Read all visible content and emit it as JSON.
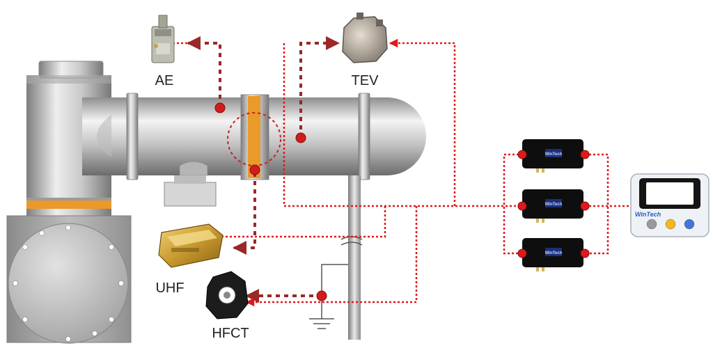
{
  "labels": {
    "ae": "AE",
    "tev": "TEV",
    "uhf": "UHF",
    "hfct": "HFCT"
  },
  "monitor": {
    "brand": "WinTech",
    "buttons": [
      {
        "name": "grey",
        "color": "#9a9a9a"
      },
      {
        "name": "yellow",
        "color": "#f2b81d"
      },
      {
        "name": "blue",
        "color": "#3f77d9"
      }
    ]
  },
  "acquisition_units": [
    {
      "badge": "WinTech"
    },
    {
      "badge": "WinTech"
    },
    {
      "badge": "WinTech"
    }
  ],
  "colors": {
    "signal_line": "#e0191b",
    "sensor_link": "#9a2828",
    "gis_body": "#c8c8c8",
    "insulator_band": "#e99a28"
  }
}
